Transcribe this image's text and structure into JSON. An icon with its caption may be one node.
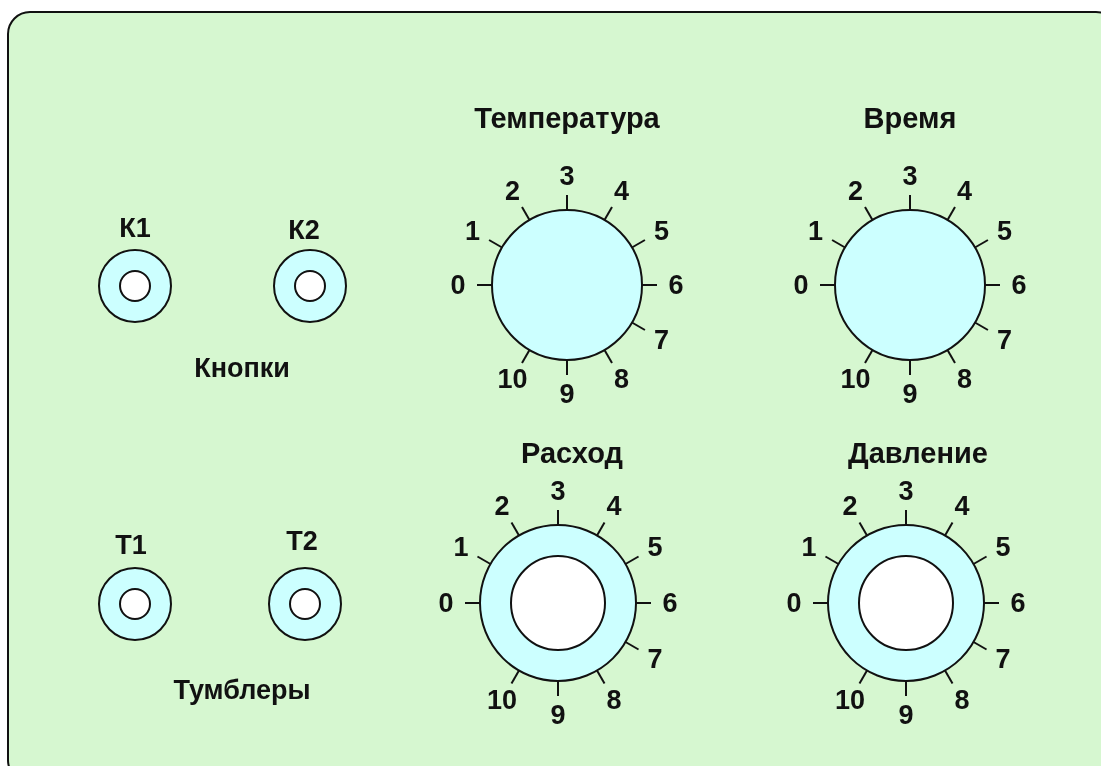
{
  "diagram": {
    "labels": [
      "К1",
      "К2",
      "Кнопки",
      "Т1",
      "Т2",
      "Тумблеры",
      "Температура",
      "0",
      "1",
      "2",
      "3",
      "4",
      "5",
      "6",
      "7",
      "8",
      "9",
      "10",
      "Время",
      "0",
      "1",
      "2",
      "3",
      "4",
      "5",
      "6",
      "7",
      "8",
      "9",
      "10",
      "Расход",
      "0",
      "1",
      "2",
      "3",
      "4",
      "5",
      "6",
      "7",
      "8",
      "9",
      "10",
      "Давление",
      "0",
      "1",
      "2",
      "3",
      "4",
      "5",
      "6",
      "7",
      "8",
      "9",
      "10"
    ]
  }
}
